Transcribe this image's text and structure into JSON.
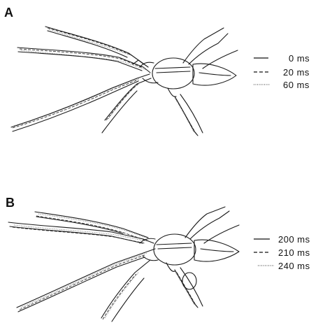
{
  "panels": [
    {
      "letter": "A",
      "legend": [
        {
          "label": "0 ms",
          "style": "solid"
        },
        {
          "label": "20 ms",
          "style": "dashed"
        },
        {
          "label": "60 ms",
          "style": "dotted"
        }
      ]
    },
    {
      "letter": "B",
      "legend": [
        {
          "label": "200 ms",
          "style": "solid"
        },
        {
          "label": "210 ms",
          "style": "dashed"
        },
        {
          "label": "240 ms",
          "style": "dotted"
        }
      ]
    }
  ],
  "colors": {
    "ink": "#1a1a1a",
    "background": "#ffffff"
  }
}
